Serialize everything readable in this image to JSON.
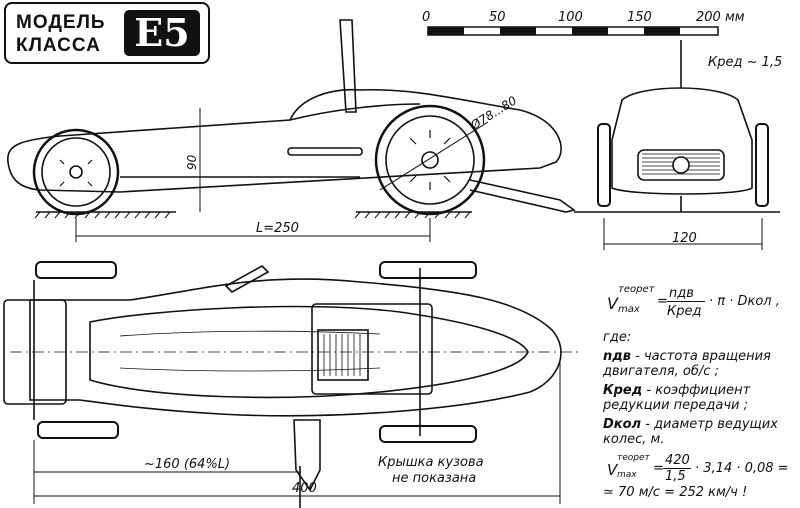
{
  "badge": {
    "line1": "МОДЕЛЬ",
    "line2": "КЛАССА",
    "class": "Е5"
  },
  "scale": {
    "ticks": [
      "0",
      "50",
      "100",
      "150",
      "200 мм"
    ]
  },
  "gear_ratio_label": "Кред ~ 1,5",
  "side_view": {
    "wheel_diameter": "Ø78...80",
    "height": "90",
    "wheelbase": "L=250"
  },
  "front_view": {
    "track": "120"
  },
  "top_view": {
    "cg_position": "~160 (64%L)",
    "total_length": "400",
    "note_line1": "Крышка кузова",
    "note_line2": "не показана"
  },
  "formula": {
    "v_sup": "теорет",
    "v_sub": "max",
    "equals_text": "=",
    "numerator": "nдв",
    "denominator": "Кред",
    "tail": "· π · Dкол ,",
    "where": "где:",
    "defs": [
      {
        "sym": "nдв",
        "text": "- частота вращения двигателя, об/с ;"
      },
      {
        "sym": "Кред",
        "text": "- коэффициент редукции передачи ;"
      },
      {
        "sym": "Dкол",
        "text": "- диаметр ведущих колес, м."
      }
    ],
    "calc_num": "420",
    "calc_den": "1,5",
    "calc_tail": "· 3,14 · 0,08 =",
    "result": "≃ 70 м/с = 252 км/ч !"
  }
}
